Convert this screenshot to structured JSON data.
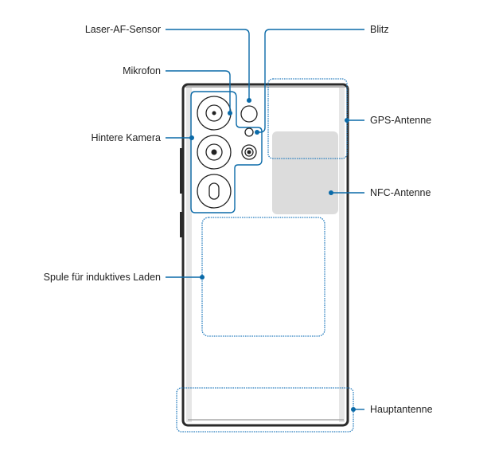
{
  "labels": {
    "laser_af_sensor": "Laser-AF-Sensor",
    "microphone": "Mikrofon",
    "rear_camera": "Hintere Kamera",
    "inductive_coil": "Spule für induktives Laden",
    "flash": "Blitz",
    "gps_antenna": "GPS-Antenne",
    "nfc_antenna": "NFC-Antenne",
    "main_antenna": "Hauptantenne"
  },
  "colors": {
    "leader": "#0a6aa8",
    "dotted_outline": "#2a7fbf",
    "nfc_fill": "#dcdcdc",
    "phone_frame": "#2a2a2a"
  }
}
